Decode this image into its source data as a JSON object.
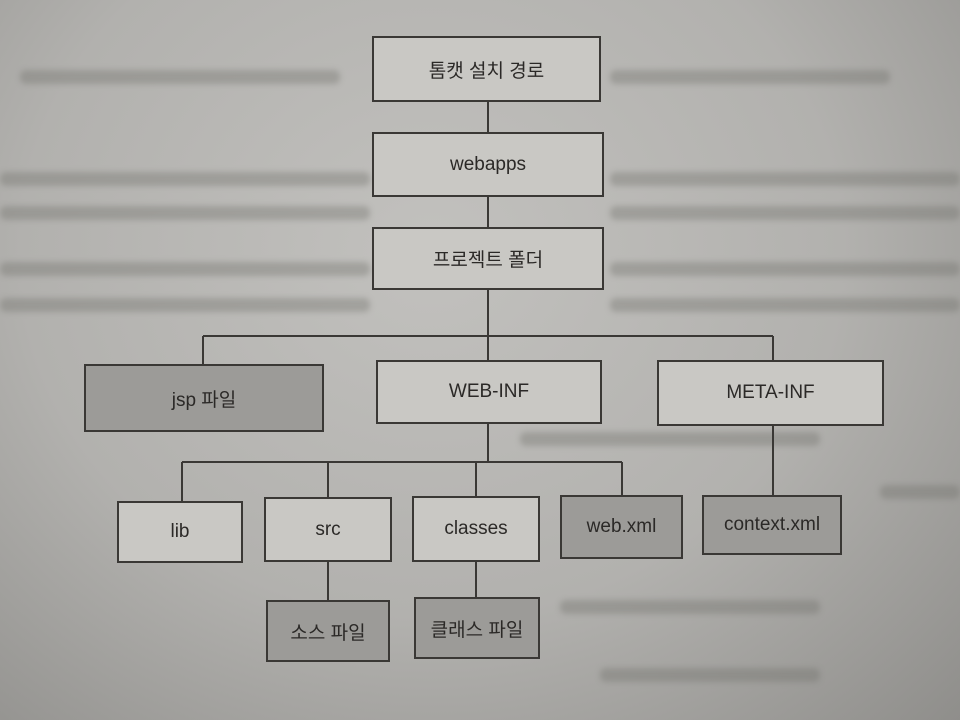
{
  "diagram": {
    "nodes": {
      "tomcat_path": "톰캣 설치 경로",
      "webapps": "webapps",
      "project_folder": "프로젝트 폴더",
      "jsp_file": "jsp 파일",
      "web_inf": "WEB-INF",
      "meta_inf": "META-INF",
      "lib": "lib",
      "src": "src",
      "classes": "classes",
      "web_xml": "web.xml",
      "context_xml": "context.xml",
      "source_file": "소스 파일",
      "class_file": "클래스 파일"
    },
    "shaded_nodes": [
      "jsp_file",
      "web_xml",
      "context_xml",
      "source_file",
      "class_file"
    ],
    "edges": [
      [
        "tomcat_path",
        "webapps"
      ],
      [
        "webapps",
        "project_folder"
      ],
      [
        "project_folder",
        "jsp_file"
      ],
      [
        "project_folder",
        "web_inf"
      ],
      [
        "project_folder",
        "meta_inf"
      ],
      [
        "web_inf",
        "lib"
      ],
      [
        "web_inf",
        "src"
      ],
      [
        "web_inf",
        "classes"
      ],
      [
        "web_inf",
        "web_xml"
      ],
      [
        "meta_inf",
        "context_xml"
      ],
      [
        "src",
        "source_file"
      ],
      [
        "classes",
        "class_file"
      ]
    ]
  }
}
